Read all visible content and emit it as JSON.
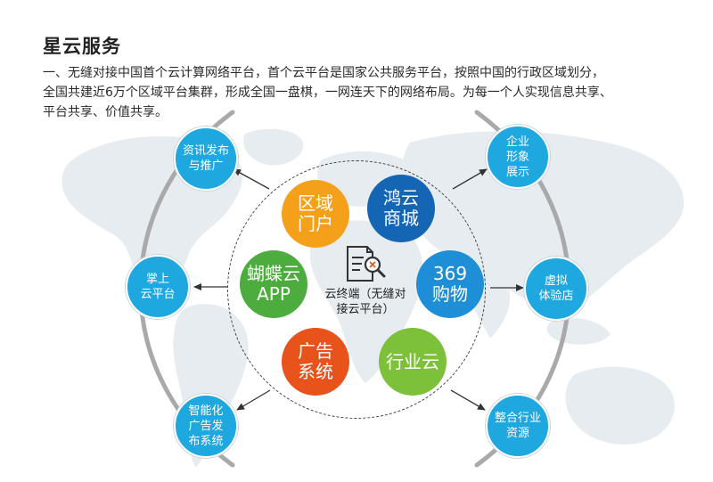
{
  "title": "星云服务",
  "intro": [
    "一、无缝对接中国首个云计算网络平台，首个云平台是国家公共服务平台，按照中国的行政区域划分，",
    "全国共建近6万个区域平台集群，形成全国一盘棋，一网连天下的网络布局。为每一个人实现信息共享、",
    "平台共享、价值共享。"
  ],
  "center": {
    "label": "云终端（无缝对\n接云平台）",
    "icon": "document-search-icon"
  },
  "inner_nodes": [
    {
      "label": "区域\n门户",
      "color": "#f5a01a"
    },
    {
      "label": "鸿云\n商城",
      "color": "#1565b5"
    },
    {
      "label": "蝴蝶云\nAPP",
      "color": "#4cad3e"
    },
    {
      "label": "369\n购物",
      "color": "#1e8fd6"
    },
    {
      "label": "广告\n系统",
      "color": "#e8531c"
    },
    {
      "label": "行业云",
      "color": "#7dc13a"
    }
  ],
  "outer_nodes": [
    {
      "label": "资讯发布\n与推广"
    },
    {
      "label": "企业\n形象\n展示"
    },
    {
      "label": "掌上\n云平台"
    },
    {
      "label": "虚拟\n体验店"
    },
    {
      "label": "智能化\n广告发\n布系统"
    },
    {
      "label": "整合行业\n资源"
    }
  ],
  "colors": {
    "outer_node": "#1fa7e0",
    "ring": "#a9a9ab",
    "map": "#e7ecf0"
  }
}
